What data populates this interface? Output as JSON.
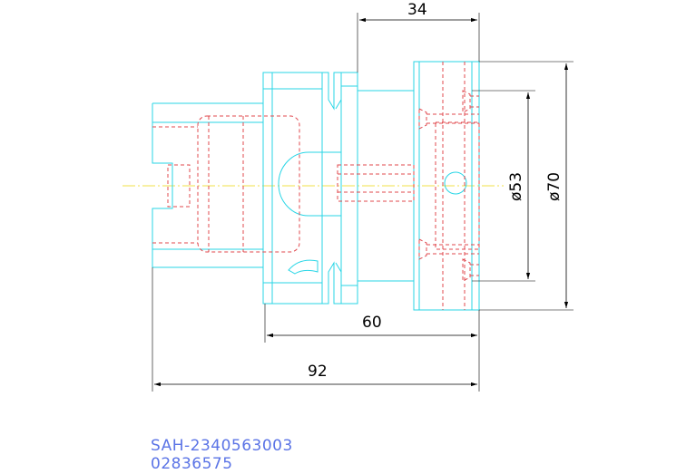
{
  "dimensions": {
    "top_width": "34",
    "inner_diameter": "ø53",
    "outer_diameter": "ø70",
    "flange_length": "60",
    "overall_length": "92"
  },
  "part_labels": {
    "part_number": "SAH-2340563003",
    "serial_number": "02836575"
  },
  "colors": {
    "outline": "#29d6e6",
    "hidden_lines": "#e0484e",
    "center_line": "#f0e04a",
    "dimension_lines": "#000000",
    "label_text": "#5b74e6"
  }
}
